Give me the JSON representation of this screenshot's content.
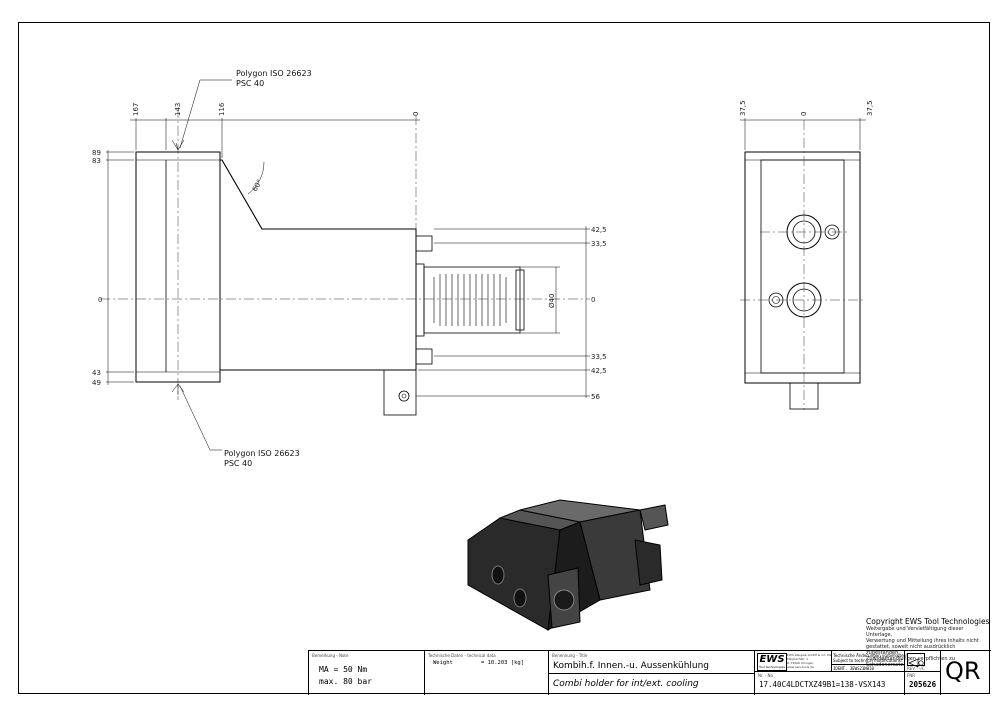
{
  "front_view": {
    "callout_top_line1": "Polygon ISO 26623",
    "callout_top_line2": "PSC 40",
    "callout_bottom_line1": "Polygon ISO 26623",
    "callout_bottom_line2": "PSC 40",
    "dims_top": [
      "167",
      "143",
      "116",
      "0"
    ],
    "dims_left": [
      "89",
      "83",
      "0",
      "43",
      "49"
    ],
    "dims_right": [
      "42,5",
      "33,5",
      "0",
      "33,5",
      "42,5",
      "56"
    ],
    "angle": "60°",
    "diameter": "Ø40"
  },
  "side_view": {
    "dims_top": [
      "37,5",
      "0",
      "37,5"
    ]
  },
  "copyright": {
    "heading": "Copyright EWS Tool Technologies",
    "lines": [
      "Weitergabe und Vervielfältigung dieser Unterlage,",
      "Verwertung und Mitteilung ihres Inhalts nicht",
      "gestattet, soweit nicht ausdrücklich zugestanden.",
      "Zuwiderhandlungen verpflichten zu Schadenersatz."
    ]
  },
  "title_block": {
    "remark_label": "Bemerkung - Note",
    "remark_line1": "MA = 50 Nm",
    "remark_line2": "max. 80 bar",
    "tech_label": "Technische Daten - technical data",
    "weight_label": "Weight",
    "weight_value": "=  10.203 [kg]",
    "name_label": "Benennung - Title",
    "title_de": "Kombih.f. Innen.-u. Aussenkühlung",
    "title_en": "Combi holder for int/ext. cooling",
    "logo": "EWS",
    "logo_sub": "Tool Technologies",
    "company_lines": [
      "EWS Weigele GmbH & Co. KG",
      "Maybachstr. 1",
      "D-73066 Uhingen",
      "www.ews-tools.de"
    ],
    "notice_de": "Technische Änderungen vorbehalten!",
    "notice_en": "Subject to technical modifications!",
    "ident": "IDENT. 3EWS23N010",
    "rev_label": "REV. :",
    "rev_value": "-/C",
    "part_label": "Nr. - No",
    "part_number": "17.40C4LDCTXZ49B1=138-VSX143",
    "drawing_label": "FNR",
    "drawing_number": "205626",
    "qr": "QR"
  }
}
